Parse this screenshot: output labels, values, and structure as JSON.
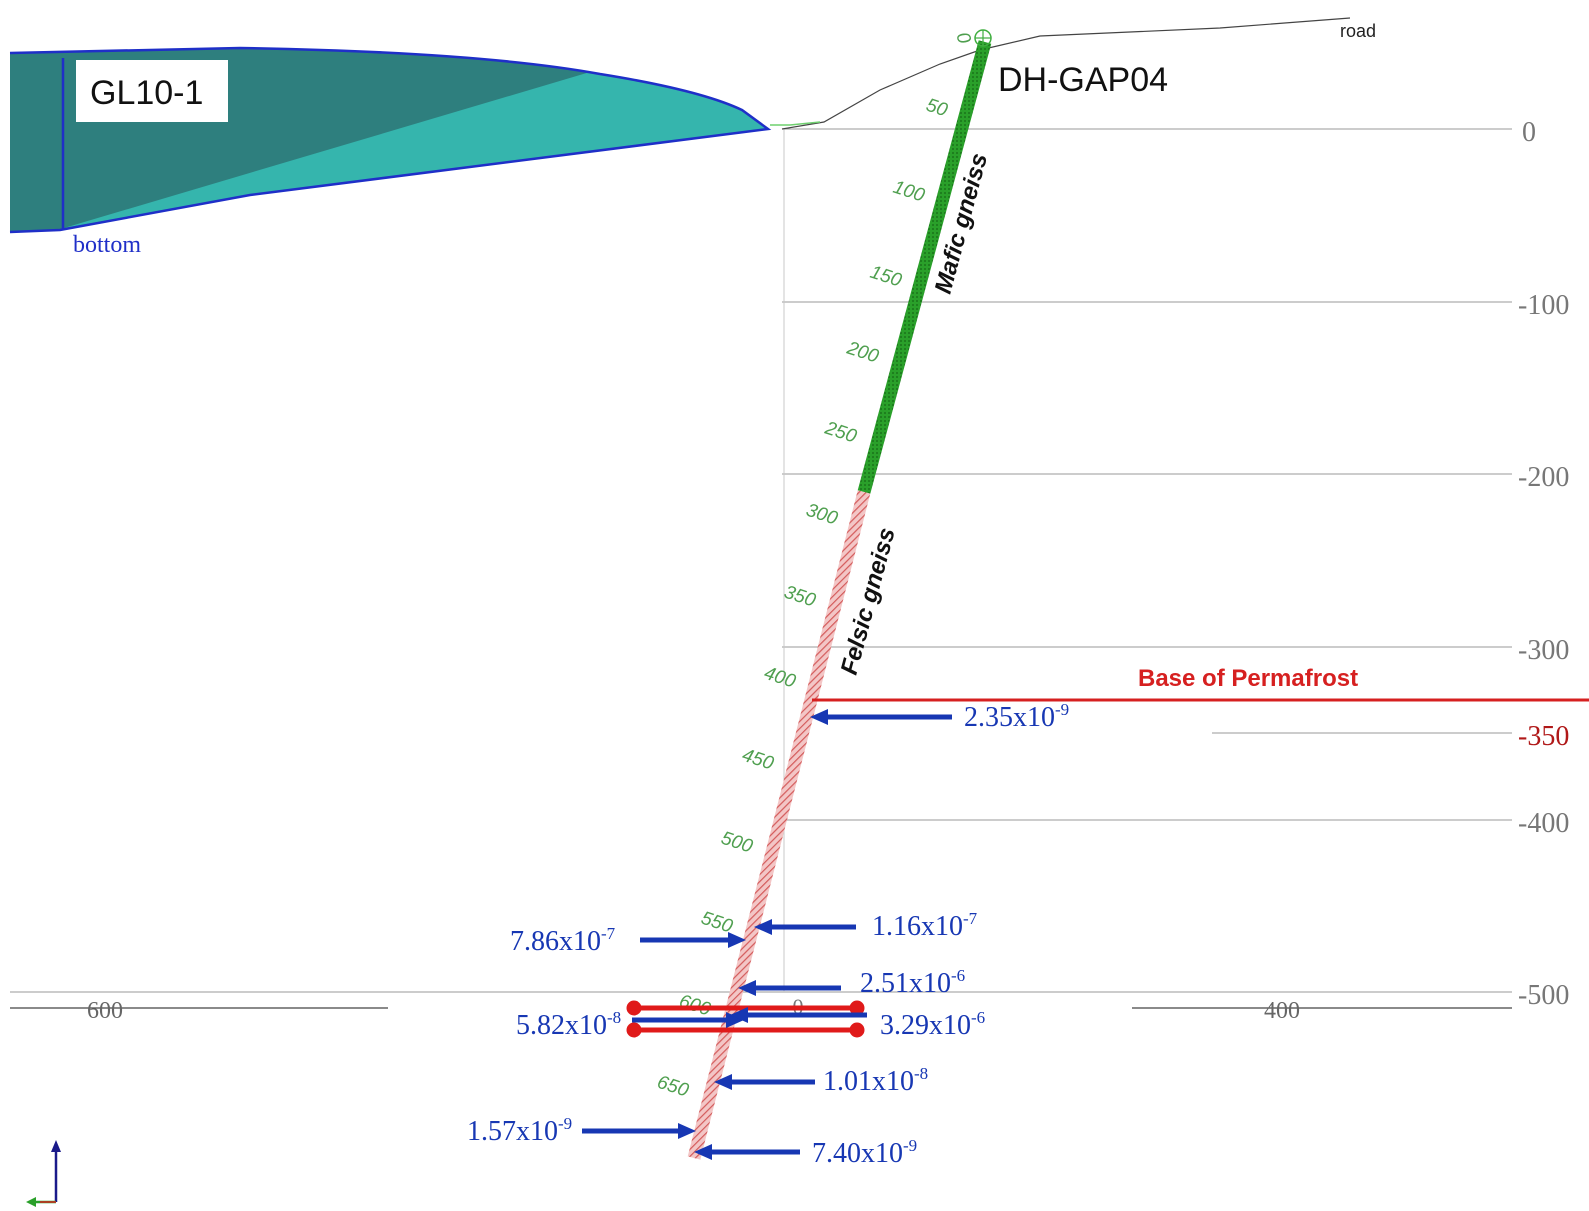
{
  "labels": {
    "lake": "GL10-1",
    "lake_bottom": "bottom",
    "road": "road",
    "borehole": "DH-GAP04",
    "unit_upper": "Mafic gneiss",
    "unit_lower": "Felsic gneiss",
    "permafrost": "Base of Permafrost"
  },
  "depth_ticks": [
    "0",
    "-100",
    "-200",
    "-300",
    "-350",
    "-400",
    "-500"
  ],
  "horizontal_ticks": [
    "600",
    "400"
  ],
  "borehole_depth_ticks": [
    "0",
    "50",
    "100",
    "150",
    "200",
    "250",
    "300",
    "350",
    "400",
    "450",
    "500",
    "550",
    "600",
    "650"
  ],
  "conductivity_tests": [
    {
      "mantissa": "2.35x10",
      "exponent": "-9"
    },
    {
      "mantissa": "7.86x10",
      "exponent": "-7"
    },
    {
      "mantissa": "1.16x10",
      "exponent": "-7"
    },
    {
      "mantissa": "2.51x10",
      "exponent": "-6"
    },
    {
      "mantissa": "5.82x10",
      "exponent": "-8"
    },
    {
      "mantissa": "3.29x10",
      "exponent": "-6"
    },
    {
      "mantissa": "1.01x10",
      "exponent": "-8"
    },
    {
      "mantissa": "1.57x10",
      "exponent": "-9"
    },
    {
      "mantissa": "7.40x10",
      "exponent": "-9"
    }
  ],
  "colors": {
    "lake_dark": "#2e7f7e",
    "lake_light": "#35b5ad",
    "lake_outline": "#1f2fc8",
    "mafic": "#2aa02a",
    "felsic": "#e58a8a",
    "arrows": "#1737b3",
    "permafrost": "#d62020",
    "packer": "#e01a1a"
  }
}
